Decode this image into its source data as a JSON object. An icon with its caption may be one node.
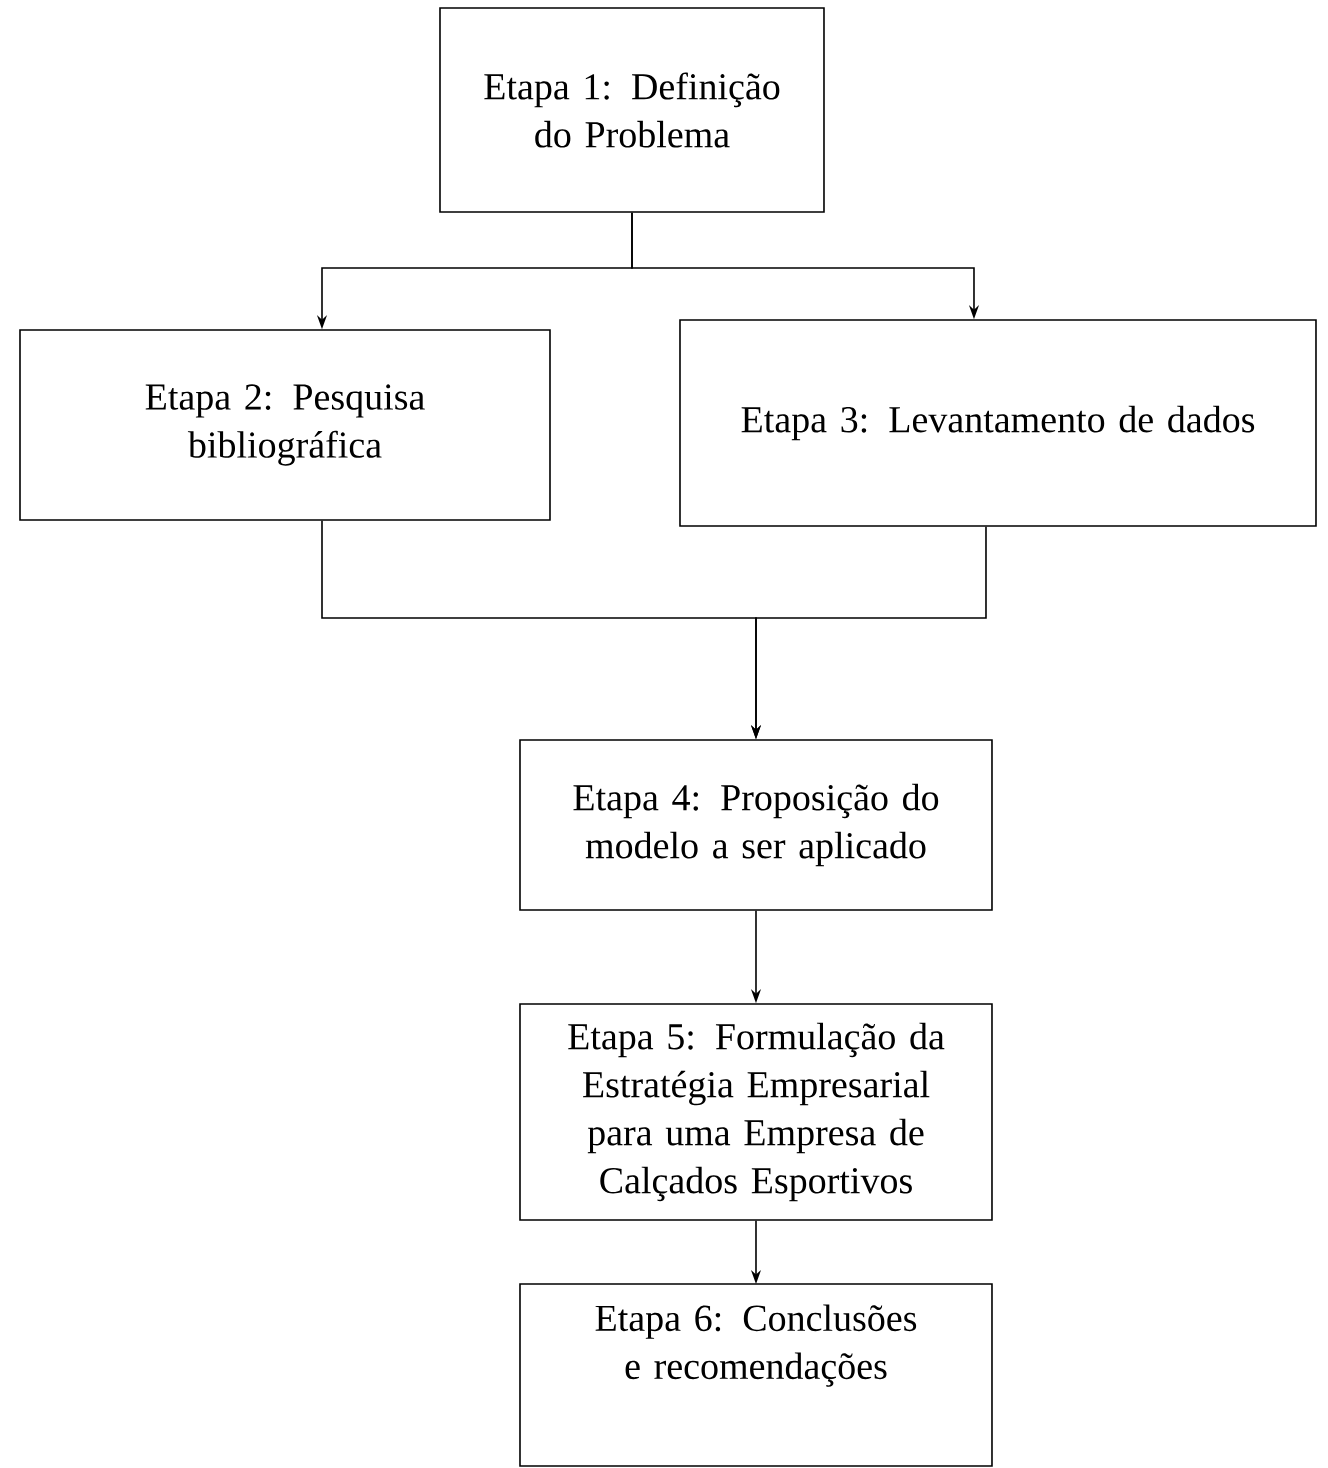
{
  "diagram": {
    "nodes": [
      {
        "text": [
          "Etapa 1: Definição do Problema"
        ]
      },
      {
        "text": [
          "Etapa 2: Pesquisa bibliográfica"
        ]
      },
      {
        "text": [
          "Etapa 3: Levantamento de dados"
        ]
      },
      {
        "text": [
          "Etapa 4: Proposição do modelo a ser aplicado"
        ]
      },
      {
        "text": [
          "Etapa 5: Formulação da Estratégia Empresarial para uma Empresa de Calçados Esportivos"
        ]
      },
      {
        "text": [
          "Etapa 6: Conclusões e recomendações"
        ]
      }
    ],
    "edges": [
      {
        "from": 0,
        "to": 1,
        "arrow": "to"
      },
      {
        "from": 0,
        "to": 2,
        "arrow": "to"
      },
      {
        "from": 1,
        "to": 3,
        "arrow": "to"
      },
      {
        "from": 2,
        "to": 3,
        "arrow": "to"
      },
      {
        "from": 3,
        "to": 4,
        "arrow": "to"
      },
      {
        "from": 4,
        "to": 5,
        "arrow": "to"
      }
    ]
  }
}
